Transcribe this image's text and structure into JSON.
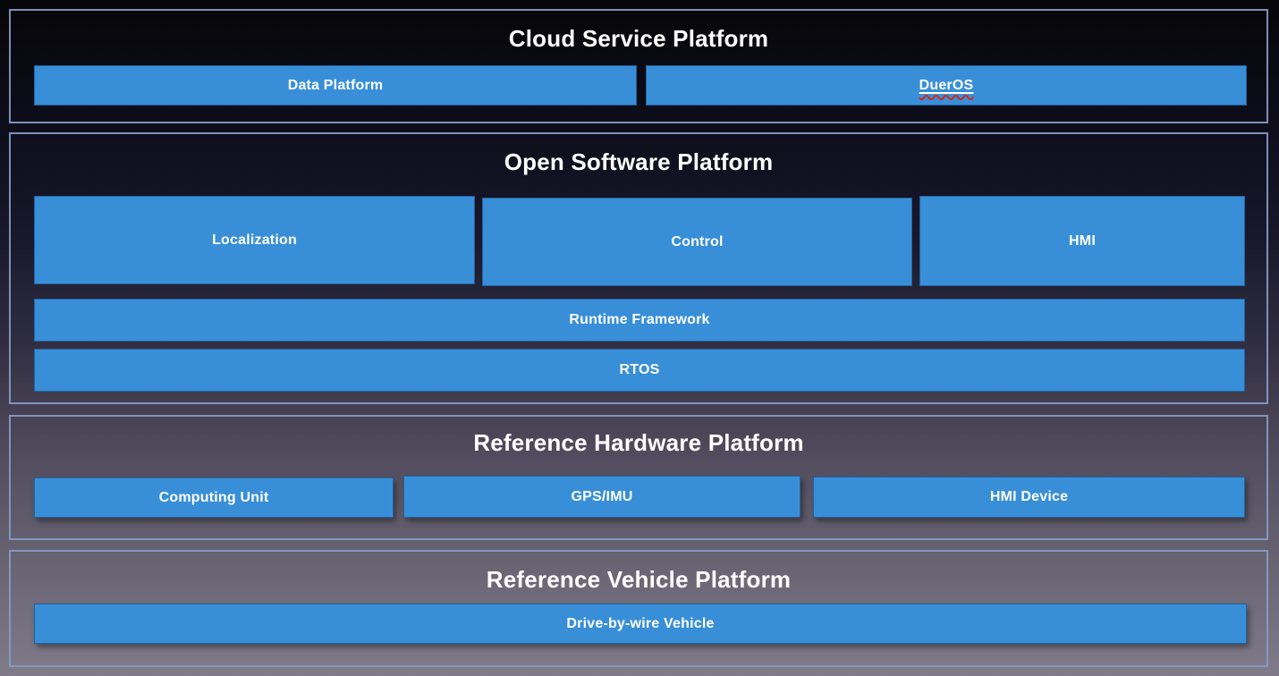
{
  "colors": {
    "box_blue": "#388fd8",
    "section_border": "#889ac7",
    "title_text": "#ffffff",
    "box_text": "#ffffff",
    "spellcheck_squiggle_red": "#cf2a1e",
    "background_top": "#060608",
    "background_bottom": "#7f7b89"
  },
  "sections": {
    "cloud": {
      "title": "Cloud Service Platform",
      "boxes": {
        "data_platform": "Data Platform",
        "dueros": "DuerOS"
      }
    },
    "open_software": {
      "title": "Open Software Platform",
      "boxes": {
        "localization": "Localization",
        "control": "Control",
        "hmi": "HMI",
        "runtime_framework": "Runtime Framework",
        "rtos": "RTOS"
      }
    },
    "hardware": {
      "title": "Reference Hardware Platform",
      "boxes": {
        "computing_unit": "Computing Unit",
        "gps_imu": "GPS/IMU",
        "hmi_device": "HMI Device"
      }
    },
    "vehicle": {
      "title": "Reference Vehicle Platform",
      "boxes": {
        "drive_by_wire": "Drive-by-wire Vehicle"
      }
    }
  }
}
